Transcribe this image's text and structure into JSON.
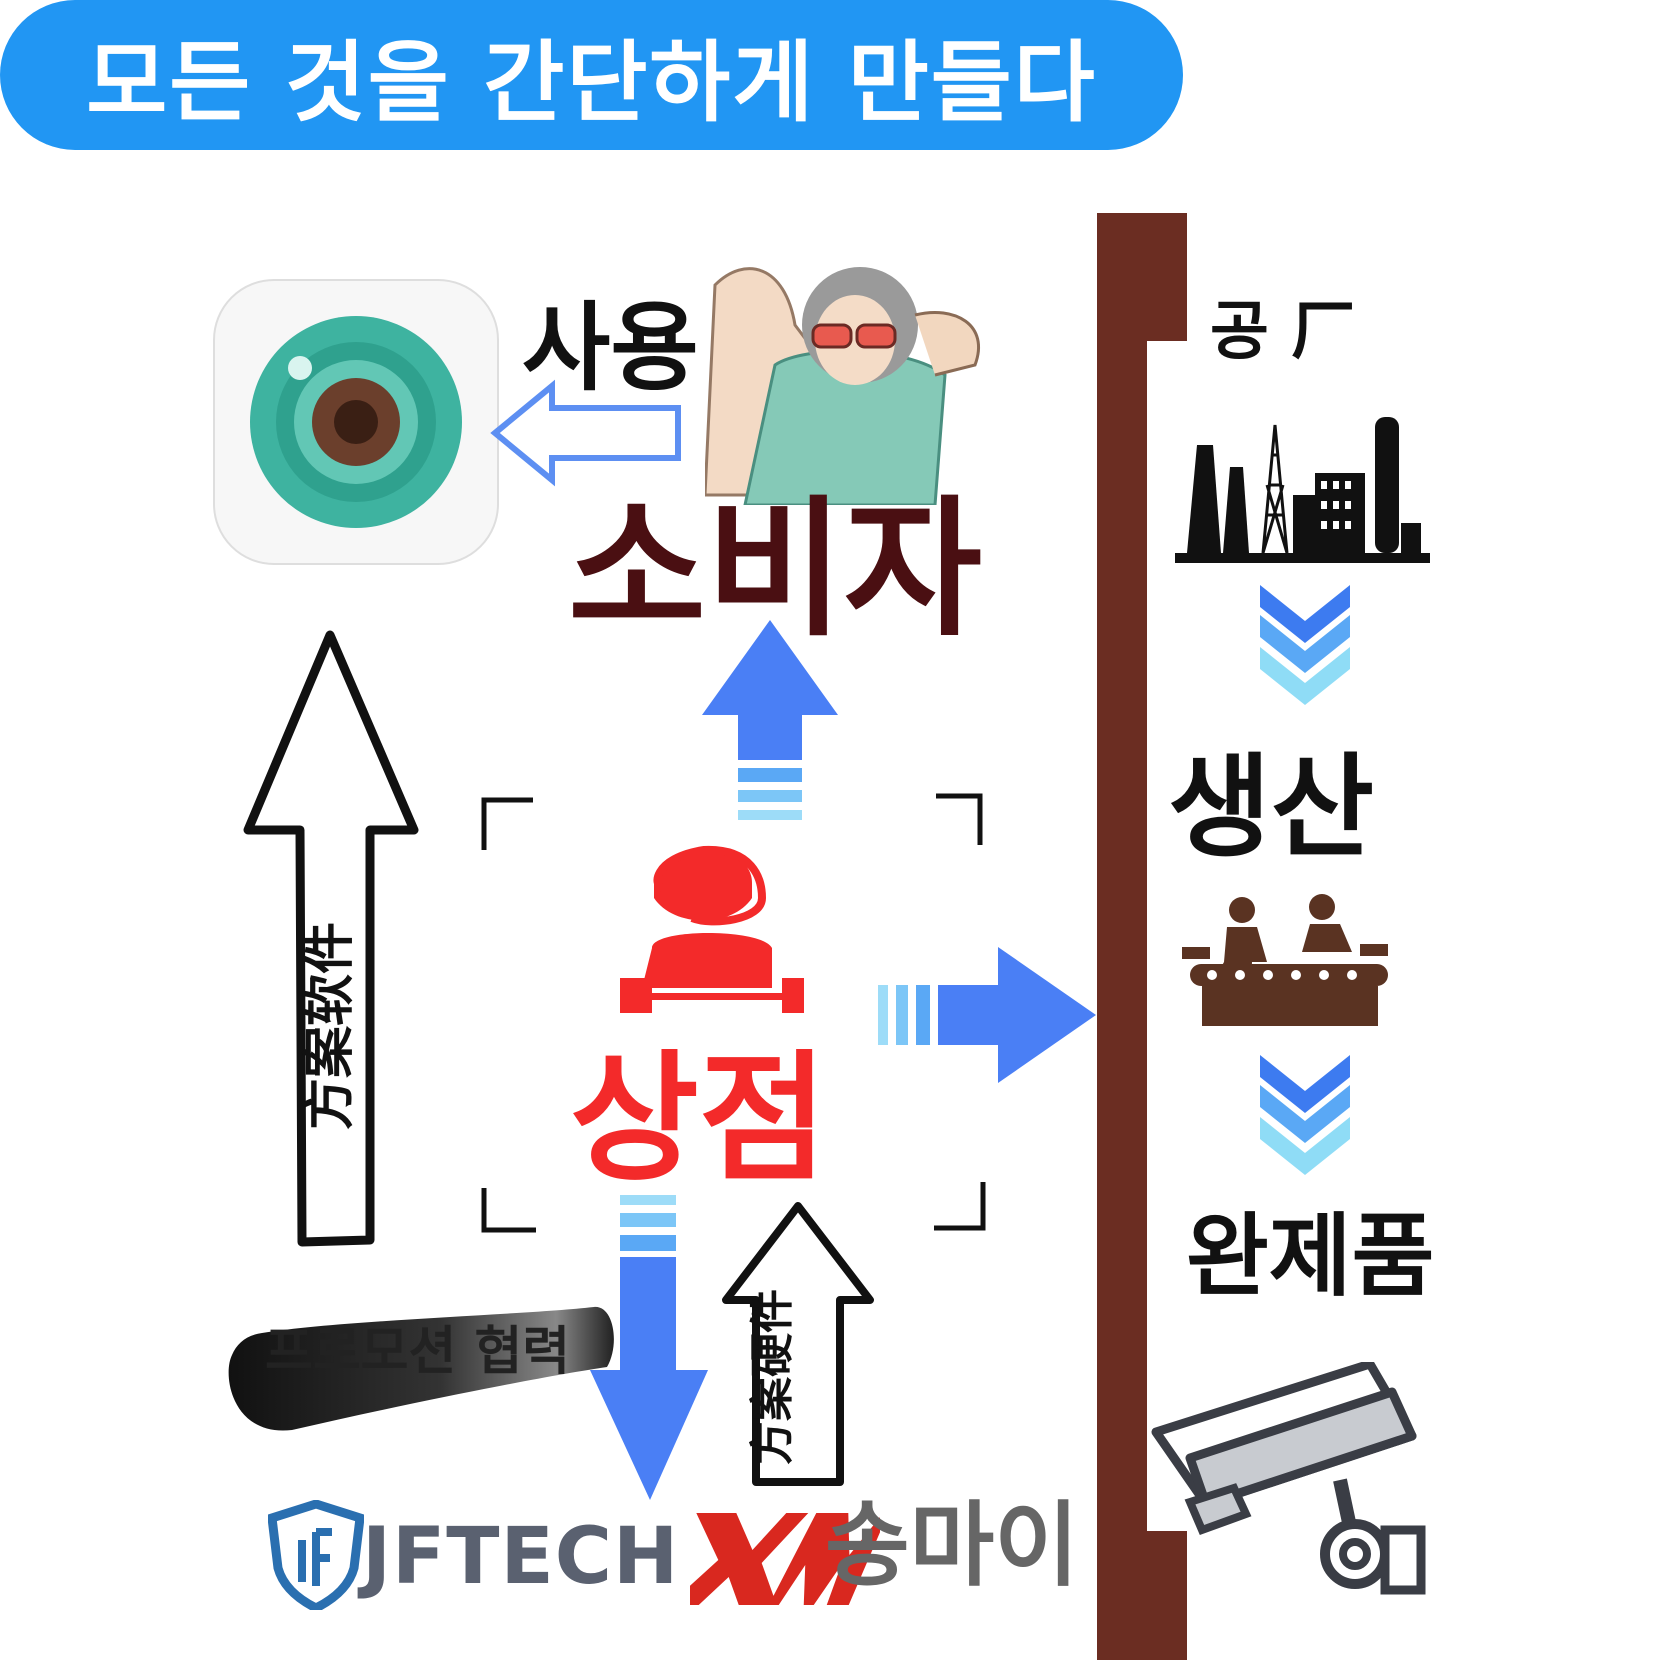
{
  "banner": {
    "title": "모든 것을 간단하게 만들다"
  },
  "consumer": {
    "use_label": "사용",
    "label": "소비자"
  },
  "shop": {
    "label": "상점"
  },
  "software_arrow": {
    "label": "方案软件"
  },
  "hardware_arrow": {
    "label": "方案硬件"
  },
  "promotion": {
    "label": "프로모션 협력"
  },
  "brands": {
    "jftech": "JFTECH",
    "xm_suffix": "송마이"
  },
  "factory_column": {
    "factory_label": "공 厂",
    "production_label": "생산",
    "finished_label": "완제품"
  },
  "colors": {
    "banner_blue": "#2196f3",
    "arrow_blue": "#4a7ff5",
    "consumer_dark_red": "#4a0f12",
    "shop_red": "#f32a2a",
    "wall_brown": "#6b2d22",
    "chevron_blue": "#3d7bf0"
  }
}
